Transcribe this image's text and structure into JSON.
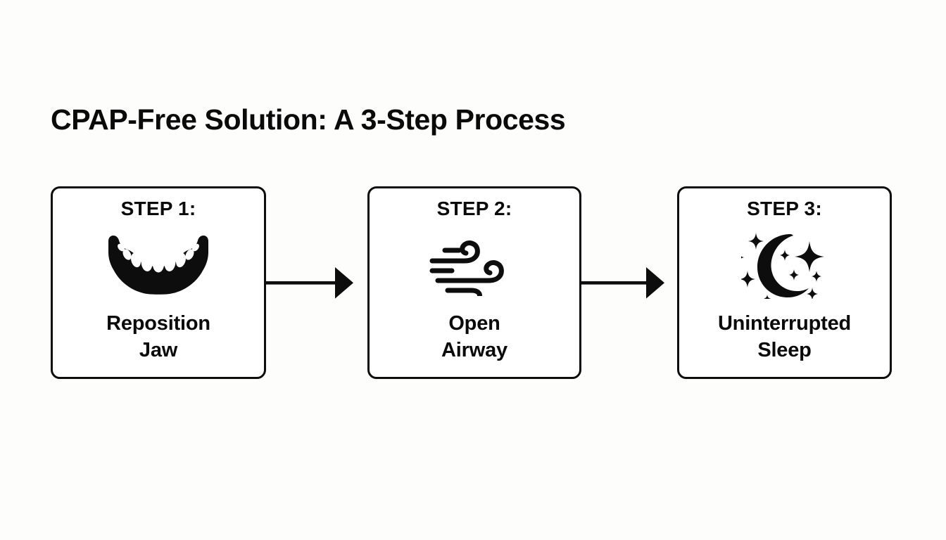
{
  "page": {
    "title": "CPAP-Free Solution: A 3-Step Process",
    "background_color": "#fdfdfc",
    "ink_color": "#0a0a0a"
  },
  "diagram": {
    "type": "process-flow",
    "orientation": "horizontal",
    "step_count": 3,
    "steps": [
      {
        "header": "STEP 1:",
        "icon": "jaw-icon",
        "label_line_1": "Reposition",
        "label_line_2": "Jaw"
      },
      {
        "header": "STEP 2:",
        "icon": "wind-icon",
        "label_line_1": "Open",
        "label_line_2": "Airway"
      },
      {
        "header": "STEP 3:",
        "icon": "moon-stars-icon",
        "label_line_1": "Uninterrupted",
        "label_line_2": "Sleep"
      }
    ],
    "connectors": [
      {
        "name": "arrow-1",
        "from": "STEP 1:",
        "to": "STEP 2:",
        "icon": "arrow-right-icon"
      },
      {
        "name": "arrow-2",
        "from": "STEP 2:",
        "to": "STEP 3:",
        "icon": "arrow-right-icon"
      }
    ]
  }
}
